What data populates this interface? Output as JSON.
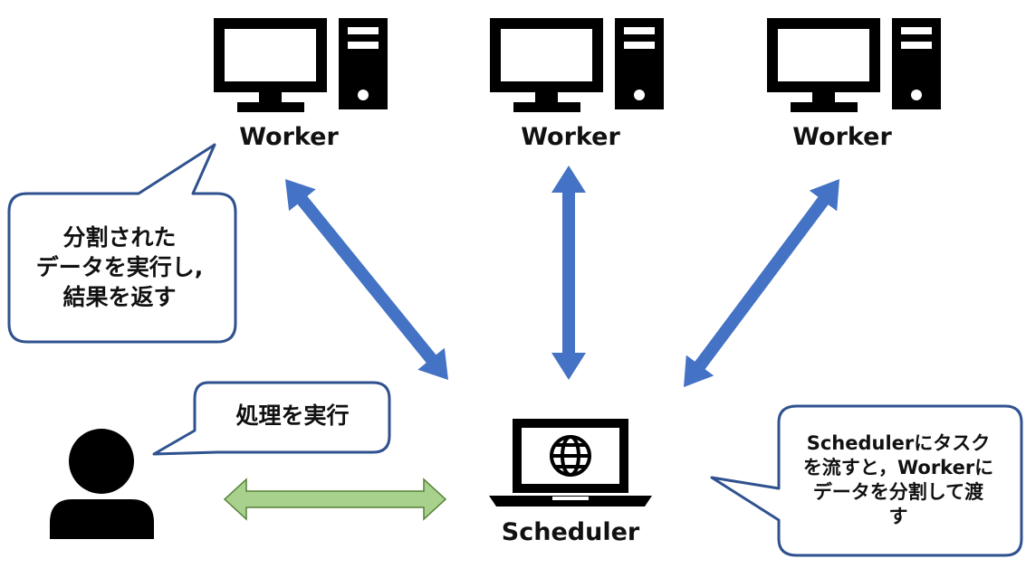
{
  "colors": {
    "arrow_blue": "#4472C4",
    "arrow_green": "#A9D18E",
    "arrow_green_stroke": "#548235",
    "bubble_border": "#2F528F",
    "icon": "#000000"
  },
  "workers": [
    {
      "label": "Worker",
      "icon": "desktop-computer-icon"
    },
    {
      "label": "Worker",
      "icon": "desktop-computer-icon"
    },
    {
      "label": "Worker",
      "icon": "desktop-computer-icon"
    }
  ],
  "scheduler": {
    "label": "Scheduler",
    "icon": "laptop-globe-icon"
  },
  "user": {
    "icon": "person-icon"
  },
  "bubbles": {
    "worker_note": [
      "分割された",
      "データを実行し,",
      "結果を返す"
    ],
    "user_note": [
      "処理を実行"
    ],
    "scheduler_note": [
      "Schedulerにタスク",
      "を流すと，Workerに",
      "データを分割して渡",
      "す"
    ]
  }
}
